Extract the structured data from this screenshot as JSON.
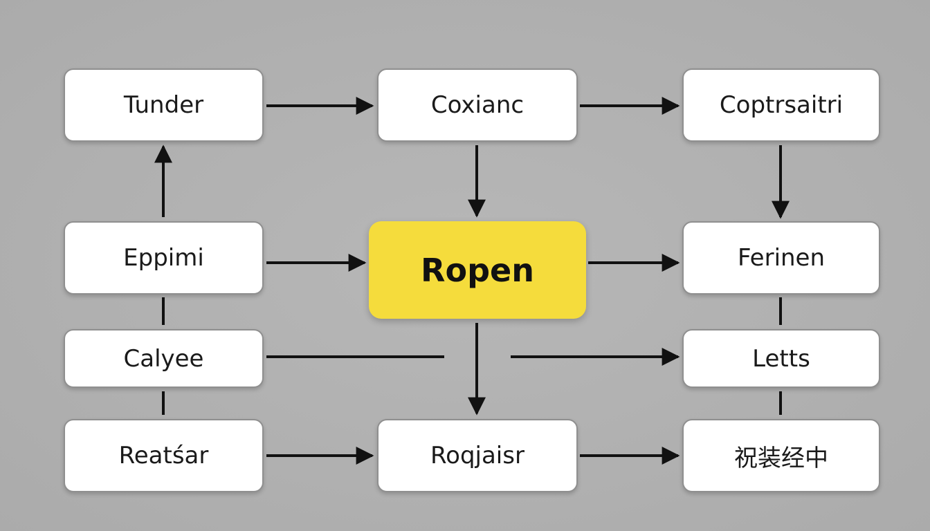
{
  "nodes": {
    "tunder": "Tunder",
    "coxianc": "Coxianc",
    "coptr": "Coptrsaitri",
    "eppimi": "Eppimi",
    "ropen": "Ropen",
    "ferinen": "Ferinen",
    "calyee": "Calyee",
    "letts": "Letts",
    "reatsar": "Reatśar",
    "roqjaisr": "Roqjaisr",
    "cjk": "祝装经中"
  },
  "colors": {
    "background": "#b0b0b0",
    "node_fill": "#ffffff",
    "node_border": "#8f8f8f",
    "highlight_fill": "#f5dc3c",
    "connector": "#111111"
  }
}
